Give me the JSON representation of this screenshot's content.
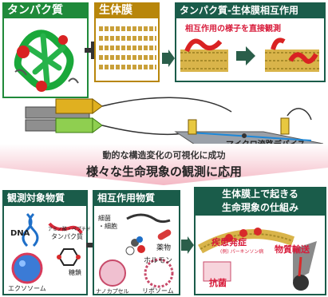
{
  "top": {
    "protein_header": "タンパク質",
    "membrane_header": "生体膜",
    "interaction_header": "タンパク質-生体膜相互作用",
    "observe_caption": "相互作用の様子を直接観測",
    "device_label": "マイクロ流路デバイス"
  },
  "middle": {
    "success_text": "動的な構造変化の可視化に成功",
    "applied_text": "様々な生命現象の観測に応用"
  },
  "bottom": {
    "target_header": "観測対象物質",
    "interactor_header": "相互作用物質",
    "mechanism_header": "生体膜上で起きる\n生命現象の仕組み",
    "dna": "DNA",
    "amino_peptide": "アミノ酸・ペプチド",
    "protein": "タンパク質",
    "sugar": "糖鎖",
    "exosome": "エクソソーム",
    "bacteria": "細菌\n・細胞",
    "drug": "薬物",
    "hormone": "ホルモン",
    "nanocapsule": "ナノカプセル",
    "liposome": "リポソーム",
    "disease": "疾患発症",
    "parkinson": "(例) パーキンソン病",
    "antibacterial": "抗菌",
    "transport": "物質輸送"
  }
}
